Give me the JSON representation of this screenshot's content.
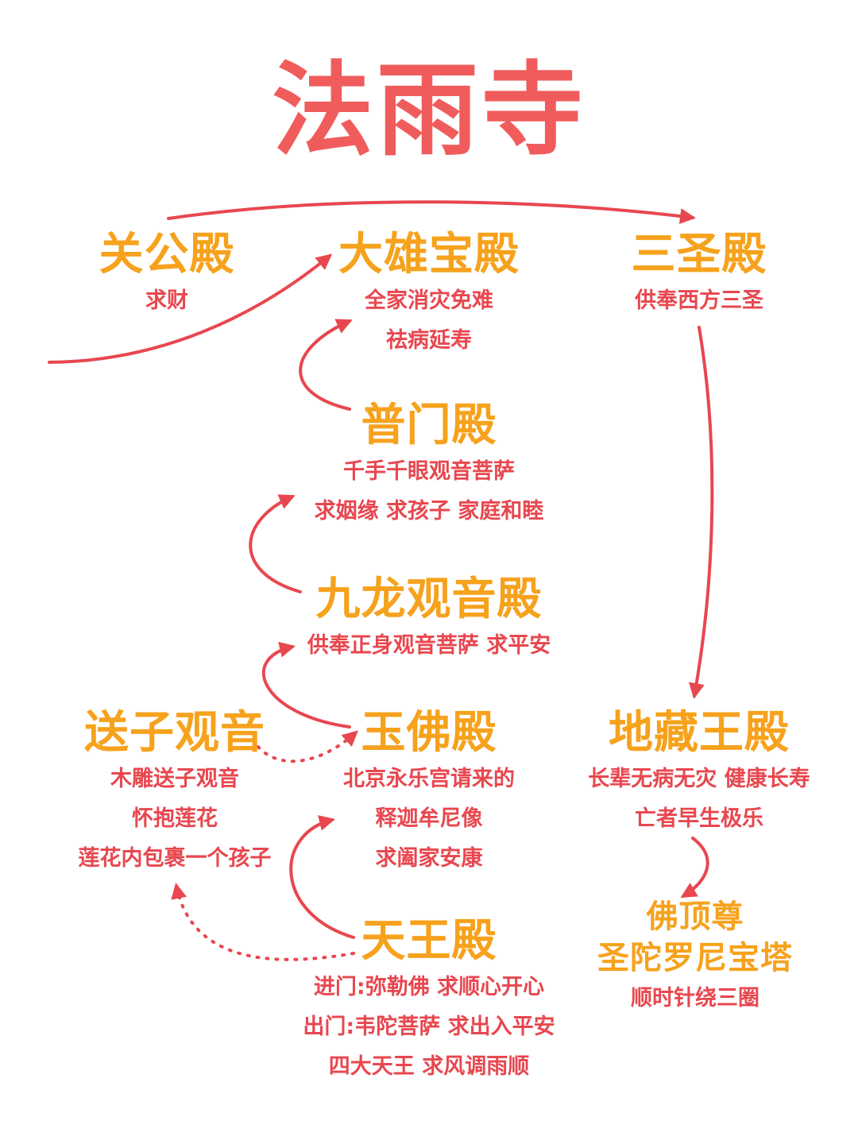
{
  "title": "法雨寺",
  "colors": {
    "title": "#f05c5c",
    "hall": "#f6a21d",
    "desc": "#e8474f",
    "arrow": "#e8474f"
  },
  "halls": {
    "guangong": {
      "name": "关公殿",
      "lines": [
        "求财"
      ]
    },
    "daxiong": {
      "name": "大雄宝殿",
      "lines": [
        "全家消灾免难",
        "祛病延寿"
      ]
    },
    "sansheng": {
      "name": "三圣殿",
      "lines": [
        "供奉西方三圣"
      ]
    },
    "pumen": {
      "name": "普门殿",
      "lines": [
        "千手千眼观音菩萨",
        "求姻缘 求孩子 家庭和睦"
      ]
    },
    "jiulong": {
      "name": "九龙观音殿",
      "lines": [
        "供奉正身观音菩萨 求平安"
      ]
    },
    "songzi": {
      "name": "送子观音",
      "lines": [
        "木雕送子观音",
        "怀抱莲花",
        "莲花内包裹一个孩子"
      ]
    },
    "yufo": {
      "name": "玉佛殿",
      "lines": [
        "北京永乐宫请来的",
        "释迦牟尼像",
        "求阖家安康"
      ]
    },
    "dizang": {
      "name": "地藏王殿",
      "lines": [
        "长辈无病无灾 健康长寿",
        "亡者早生极乐"
      ]
    },
    "tianwang": {
      "name": "天王殿",
      "lines": [
        "进门:弥勒佛 求顺心开心",
        "出门:韦陀菩萨 求出入平安",
        "四大天王 求风调雨顺"
      ]
    },
    "foding": {
      "name": "佛顶尊",
      "lines": []
    },
    "tuoluoni": {
      "name": "圣陀罗尼宝塔",
      "lines": [
        "顺时针绕三圈"
      ]
    }
  }
}
